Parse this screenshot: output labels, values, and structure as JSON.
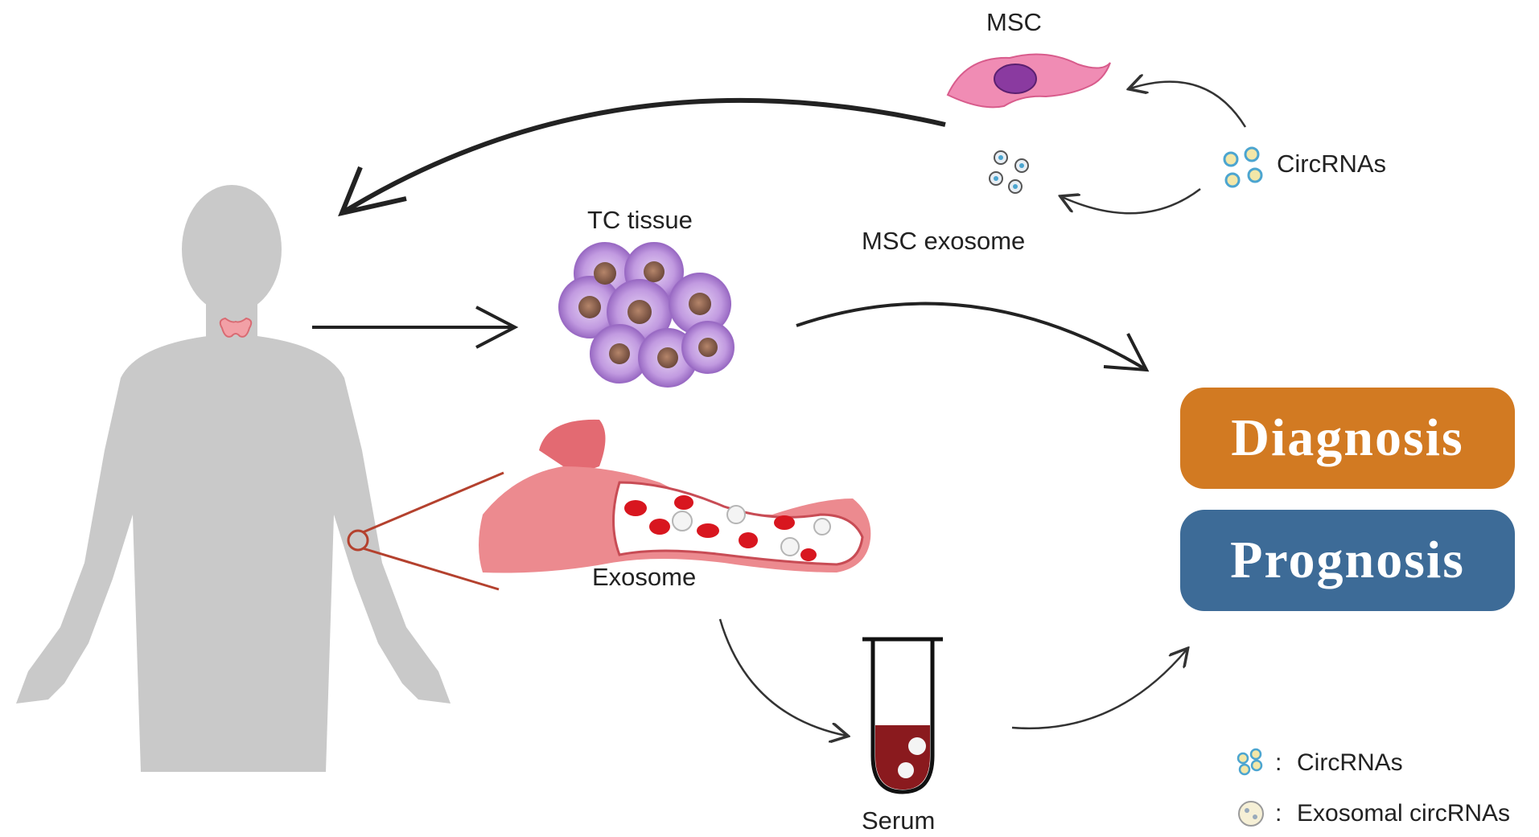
{
  "labels": {
    "msc": "MSC",
    "circrnas": "CircRNAs",
    "msc_exosome": "MSC exosome",
    "tc_tissue": "TC tissue",
    "exosome": "Exosome",
    "serum": "Serum"
  },
  "boxes": {
    "diagnosis": "Diagnosis",
    "prognosis": "Prognosis"
  },
  "legend": {
    "sep1": ":",
    "item1": "CircRNAs",
    "sep2": ":",
    "item2": "Exosomal circRNAs"
  },
  "colors": {
    "diagnosis_box": "#d27a22",
    "prognosis_box": "#3d6b97",
    "body": "#c9c9c9",
    "vessel": "#e8747a",
    "cell": "#b98ad8"
  }
}
